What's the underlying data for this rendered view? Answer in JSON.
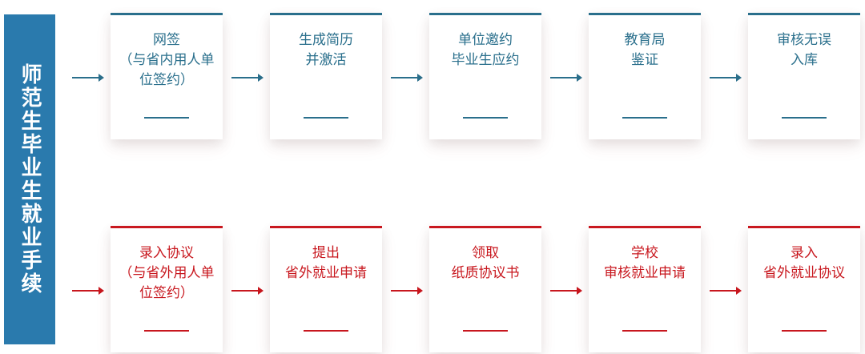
{
  "title": "师范生毕业生就业手续",
  "colors": {
    "teal": "#2a6f8c",
    "red": "#c8171e",
    "title_bg": "#2a7aad"
  },
  "top_row": [
    {
      "label": "网签\n（与省内用人单\n位签约）"
    },
    {
      "label": "生成简历\n并激活"
    },
    {
      "label": "单位邀约\n毕业生应约"
    },
    {
      "label": "教育局\n鉴证"
    },
    {
      "label": "审核无误\n入库"
    }
  ],
  "bottom_row": [
    {
      "label": "录入协议\n（与省外用人单\n位签约）"
    },
    {
      "label": "提出\n省外就业申请"
    },
    {
      "label": "领取\n纸质协议书"
    },
    {
      "label": "学校\n审核就业申请"
    },
    {
      "label": "录入\n省外就业协议"
    }
  ]
}
